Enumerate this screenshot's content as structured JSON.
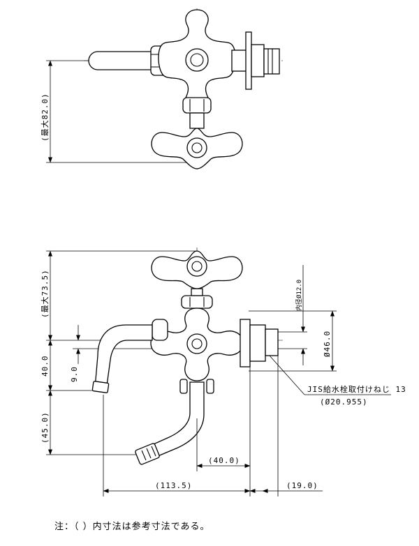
{
  "top_view": {
    "height_label": "(最大82.0)"
  },
  "front_view": {
    "height_label": "(最大73.5)",
    "dim_40": "40.0",
    "dim_9": "9.0",
    "dim_45": "(45.0)",
    "inner_diameter": "内径Ø12.0",
    "dia_46": "Ø46.0",
    "jis_label": "JIS給水栓取付けねじ 13",
    "jis_sub": "(Ø20.955)",
    "dim_40_horiz": "(40.0)",
    "dim_113": "(113.5)",
    "dim_19": "(19.0)"
  },
  "note": "注：（ ）内寸法は参考寸法である。"
}
